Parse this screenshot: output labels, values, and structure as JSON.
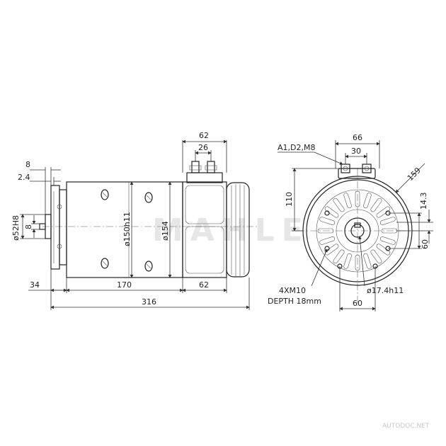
{
  "side_view": {
    "dims": {
      "top_62": "62",
      "top_26": "26",
      "d8": "8",
      "d2_4": "2.4",
      "phi52": "ø52H8",
      "d8_shaft": "8",
      "phi150": "ø150h11",
      "phi154": "ø154",
      "b34": "34",
      "b170": "170",
      "b62": "62",
      "b316": "316"
    }
  },
  "end_view": {
    "dims": {
      "a1d2m8": "A1,D2,M8",
      "top_66": "66",
      "top_30": "30",
      "h110": "110",
      "r159": "159",
      "h14_3": "14.3",
      "h60": "60",
      "thread": "4XM10",
      "depth": "DEPTH 18mm",
      "phi17_4": "ø17.4h11",
      "b60": "60"
    }
  },
  "watermark": {
    "brand": "MAHLE",
    "site": "AUTODOC.NET"
  }
}
